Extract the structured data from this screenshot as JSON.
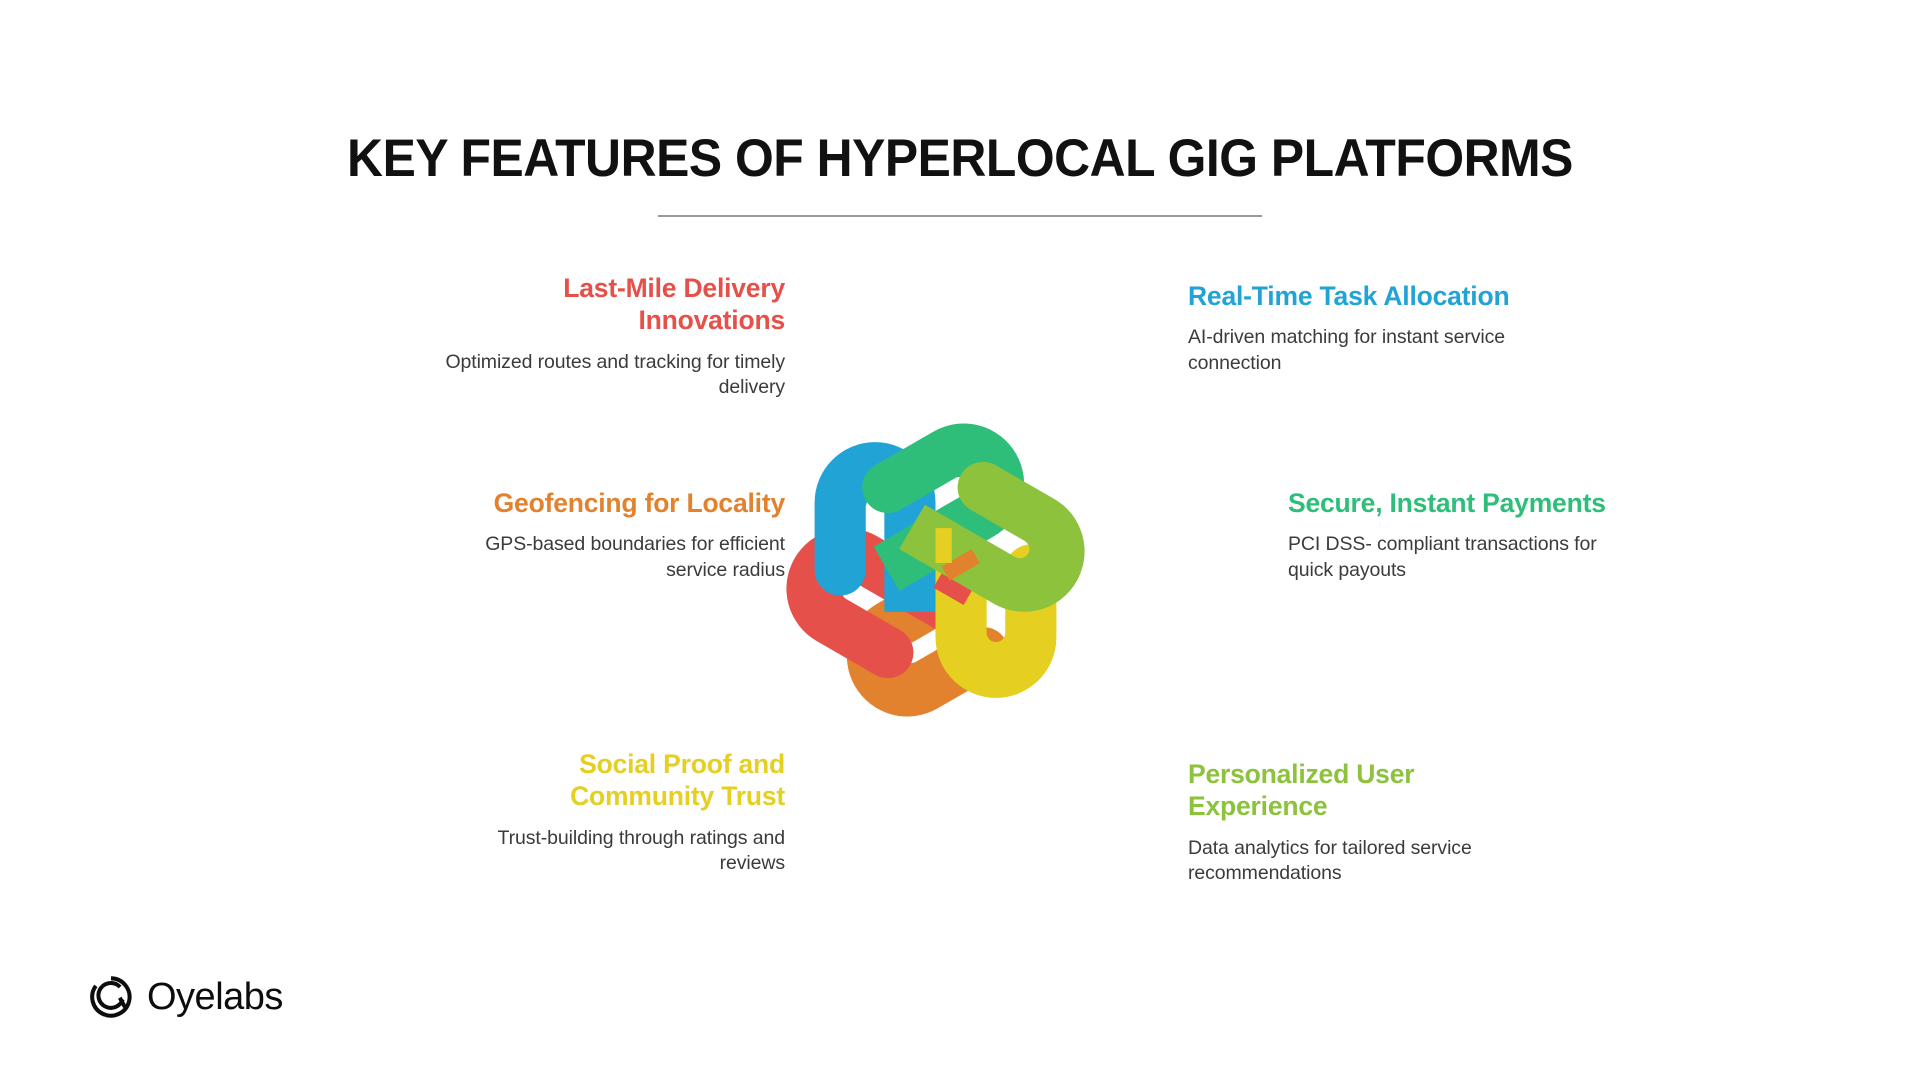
{
  "header": {
    "title": "KEY FEATURES OF HYPERLOCAL GIG PLATFORMS",
    "divider": "horizontal-rule"
  },
  "features": [
    {
      "id": "last-mile-delivery-innovations",
      "title": "Last-Mile Delivery Innovations",
      "description": "Optimized routes and tracking for timely delivery",
      "color": "#E5504A",
      "side": "left"
    },
    {
      "id": "real-time-task-allocation",
      "title": "Real-Time Task Allocation",
      "description": "AI-driven matching for instant service connection",
      "color": "#22A3D6",
      "side": "right"
    },
    {
      "id": "geofencing-for-locality",
      "title": "Geofencing for Locality",
      "description": "GPS-based boundaries for efficient service radius",
      "color": "#E2822E",
      "side": "left"
    },
    {
      "id": "secure-instant-payments",
      "title": "Secure, Instant Payments",
      "description": "PCI DSS- compliant transactions for quick payouts",
      "color": "#2EBE79",
      "side": "right"
    },
    {
      "id": "social-proof-and-community-trust",
      "title": "Social Proof and Community Trust",
      "description": "Trust-building through ratings and reviews",
      "color": "#E5CF21",
      "side": "left"
    },
    {
      "id": "personalized-user-experience",
      "title": "Personalized User Experience",
      "description": "Data analytics for tailored service recommendations",
      "color": "#8CC23C",
      "side": "right"
    }
  ],
  "center_graphic": {
    "name": "interwoven-six-petal-flower",
    "petals": [
      {
        "name": "petal-red",
        "color": "#E5504A",
        "angle": 0
      },
      {
        "name": "petal-blue",
        "color": "#22A3D6",
        "angle": 60
      },
      {
        "name": "petal-green",
        "color": "#2EBE79",
        "angle": 120
      },
      {
        "name": "petal-lightgreen",
        "color": "#8CC23C",
        "angle": 180
      },
      {
        "name": "petal-yellow",
        "color": "#E5CF21",
        "angle": 240
      },
      {
        "name": "petal-orange",
        "color": "#E2822E",
        "angle": 300
      }
    ]
  },
  "brand": {
    "name": "Oyelabs",
    "mark": "oyelabs-spiral-logo-icon",
    "color": "#0d0d0d"
  },
  "theme": {
    "background": "#FFFFFF",
    "title_color": "#111111",
    "body_text_color": "#3B3B3B",
    "divider_color": "#9A9A9A"
  }
}
